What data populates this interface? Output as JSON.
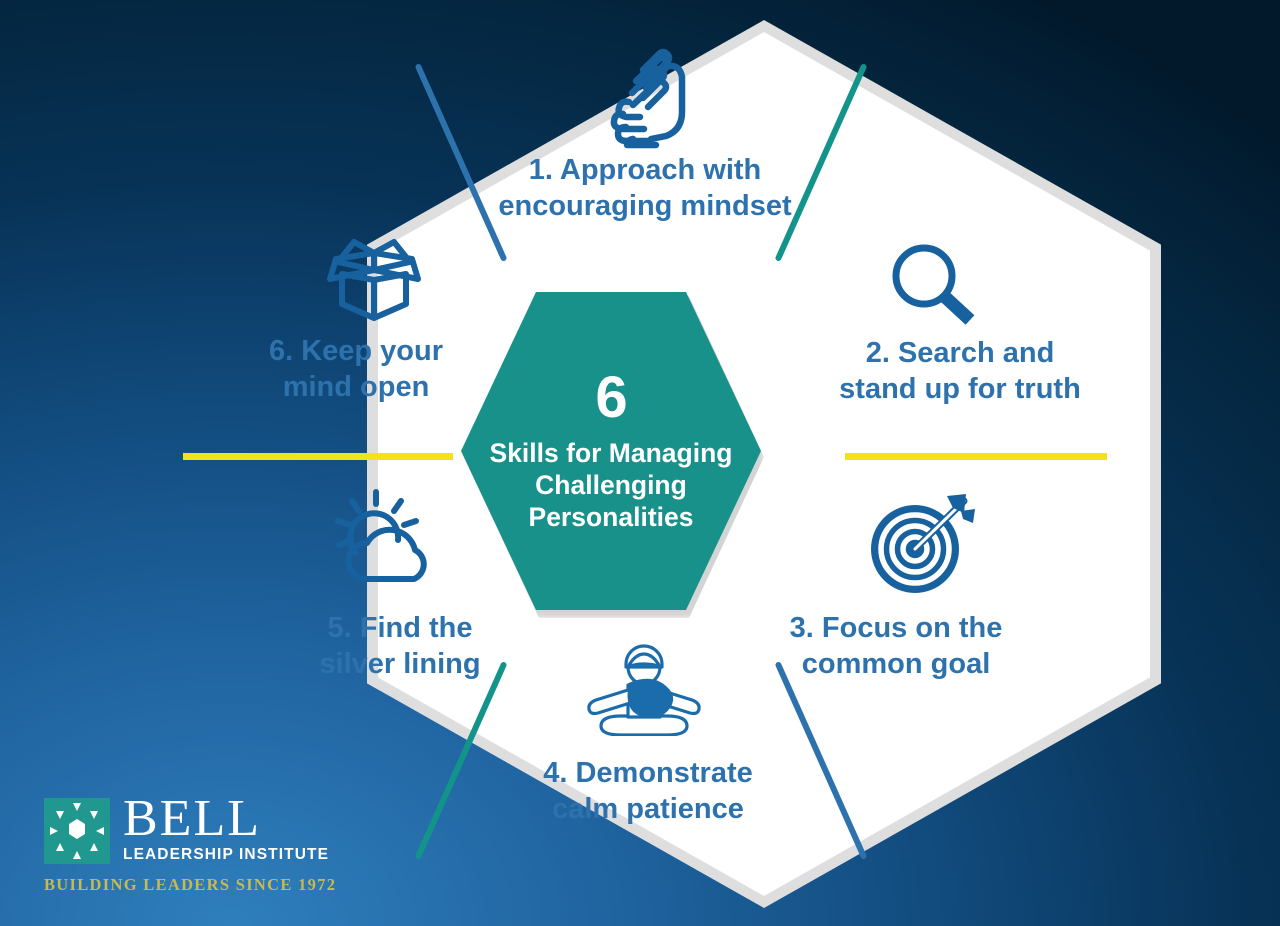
{
  "background": {
    "gradient_dark": "#03243f",
    "gradient_light": "#2f7fbd"
  },
  "palette": {
    "teal": "#17918a",
    "blue_text": "#2e72ad",
    "icon_blue": "#17619e",
    "icon_blue_dark": "#0f5c94",
    "yellow": "#f2e21a",
    "divider_blue": "#2e72ad",
    "divider_teal": "#12948a",
    "hex_border": "#dedede",
    "hex_fill": "#ffffff",
    "logo_gold": "#c9b94f"
  },
  "center": {
    "number": "6",
    "title": "Skills for Managing Challenging Personalities"
  },
  "items": [
    {
      "id": 1,
      "label": "1. Approach with encouraging mindset",
      "icon": "clapping-hands-icon"
    },
    {
      "id": 2,
      "label": "2. Search and stand up for truth",
      "icon": "magnifying-glass-icon"
    },
    {
      "id": 3,
      "label": "3. Focus on the common goal",
      "icon": "target-arrow-icon"
    },
    {
      "id": 4,
      "label": "4. Demonstrate calm patience",
      "icon": "meditating-person-icon"
    },
    {
      "id": 5,
      "label": "5. Find the silver lining",
      "icon": "sun-cloud-icon"
    },
    {
      "id": 6,
      "label": "6. Keep your mind open",
      "icon": "open-box-icon"
    }
  ],
  "logo": {
    "name": "BELL",
    "subtitle": "LEADERSHIP INSTITUTE",
    "tagline": "BUILDING LEADERS SINCE 1972",
    "mark": "bell-hexagon-mark-icon"
  }
}
